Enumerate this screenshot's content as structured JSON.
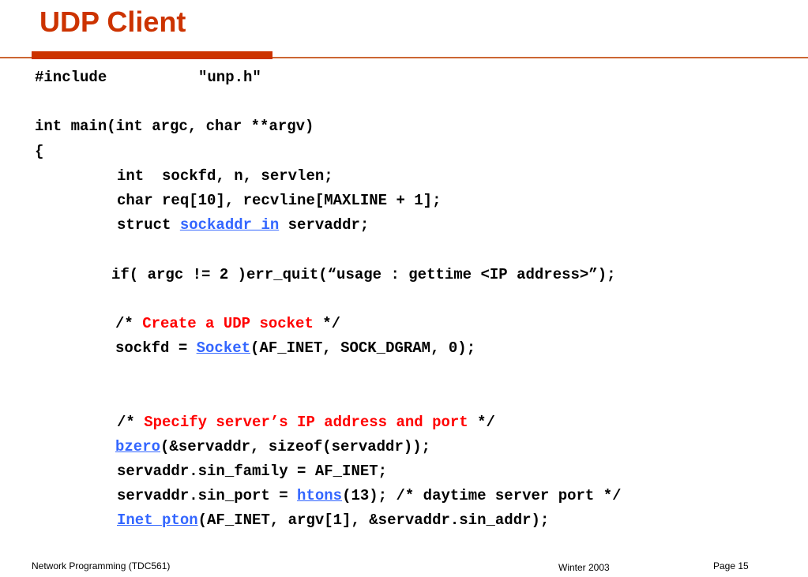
{
  "slide": {
    "title": "UDP Client"
  },
  "code": {
    "l1": {
      "kw": "#include",
      "val": "\"unp.h\""
    },
    "l2": "int main(int argc, char **argv)",
    "l3": "{",
    "l4": "int  sockfd, n, servlen;",
    "l5": "char req[10], recvline[MAXLINE + 1];",
    "l6": {
      "pre": "struct ",
      "fn": "sockaddr_in",
      "post": " servaddr;"
    },
    "l7": "if( argc != 2 )err_quit(“usage : gettime <IP address>”);",
    "l8": {
      "pre": "/* ",
      "comment": "Create a UDP socket",
      "post": " */"
    },
    "l9": {
      "pre": "sockfd = ",
      "fn": "Socket",
      "post": "(AF_INET, SOCK_DGRAM, 0);"
    },
    "l10": {
      "pre": "/* ",
      "comment": "Specify server’s IP address and port",
      "post": " */"
    },
    "l11": {
      "fn": "bzero",
      "post": "(&servaddr, sizeof(servaddr));"
    },
    "l12": "servaddr.sin_family = AF_INET;",
    "l13": {
      "pre": "servaddr.sin_port = ",
      "fn": "htons",
      "post": "(13); /* daytime server port */"
    },
    "l14": {
      "fn": "Inet_pton",
      "post": "(AF_INET, argv[1], &servaddr.sin_addr);"
    }
  },
  "footer": {
    "left": "Network Programming (TDC561)",
    "center": "Winter 2003",
    "right": "Page 15"
  },
  "colors": {
    "title": "#cc3300",
    "accent_bar": "#cc3300",
    "rule": "#cc6633",
    "function_link": "#3366ff",
    "comment_text": "#ff0000"
  }
}
